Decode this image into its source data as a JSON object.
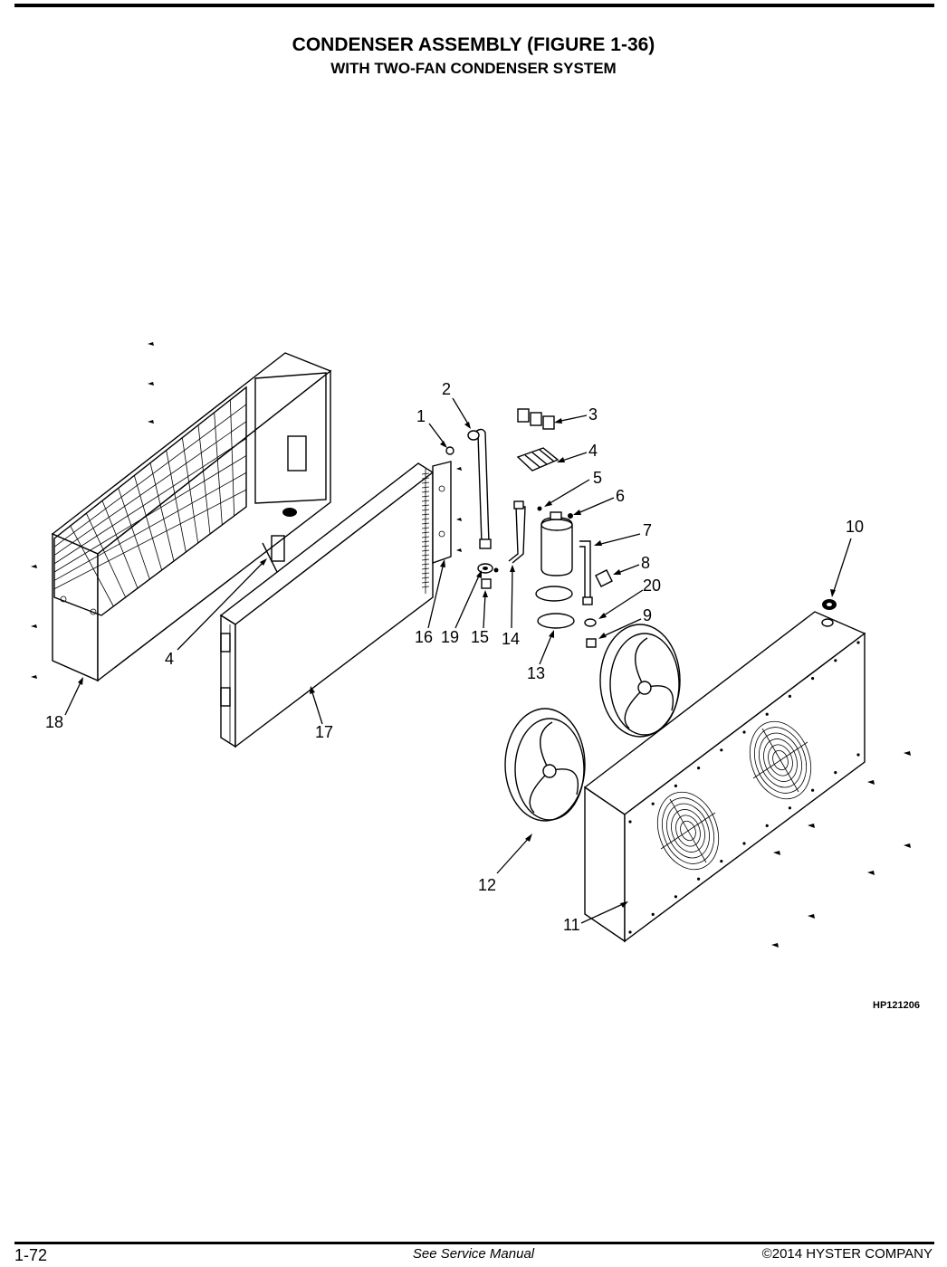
{
  "header": {
    "title": "CONDENSER ASSEMBLY (FIGURE 1-36)",
    "subtitle": "WITH TWO-FAN CONDENSER SYSTEM"
  },
  "diagram": {
    "callouts": [
      {
        "id": "c1",
        "label": "1"
      },
      {
        "id": "c2",
        "label": "2"
      },
      {
        "id": "c3",
        "label": "3"
      },
      {
        "id": "c4a",
        "label": "4"
      },
      {
        "id": "c4b",
        "label": "4"
      },
      {
        "id": "c5",
        "label": "5"
      },
      {
        "id": "c6",
        "label": "6"
      },
      {
        "id": "c7",
        "label": "7"
      },
      {
        "id": "c8",
        "label": "8"
      },
      {
        "id": "c9",
        "label": "9"
      },
      {
        "id": "c10",
        "label": "10"
      },
      {
        "id": "c11",
        "label": "11"
      },
      {
        "id": "c12",
        "label": "12"
      },
      {
        "id": "c13",
        "label": "13"
      },
      {
        "id": "c14",
        "label": "14"
      },
      {
        "id": "c15",
        "label": "15"
      },
      {
        "id": "c16",
        "label": "16"
      },
      {
        "id": "c17",
        "label": "17"
      },
      {
        "id": "c18",
        "label": "18"
      },
      {
        "id": "c19",
        "label": "19"
      },
      {
        "id": "c20",
        "label": "20"
      }
    ],
    "reference_code": "HP121206"
  },
  "footer": {
    "page_number": "1-72",
    "center_note": "See Service Manual",
    "copyright": "©2014 HYSTER COMPANY"
  }
}
